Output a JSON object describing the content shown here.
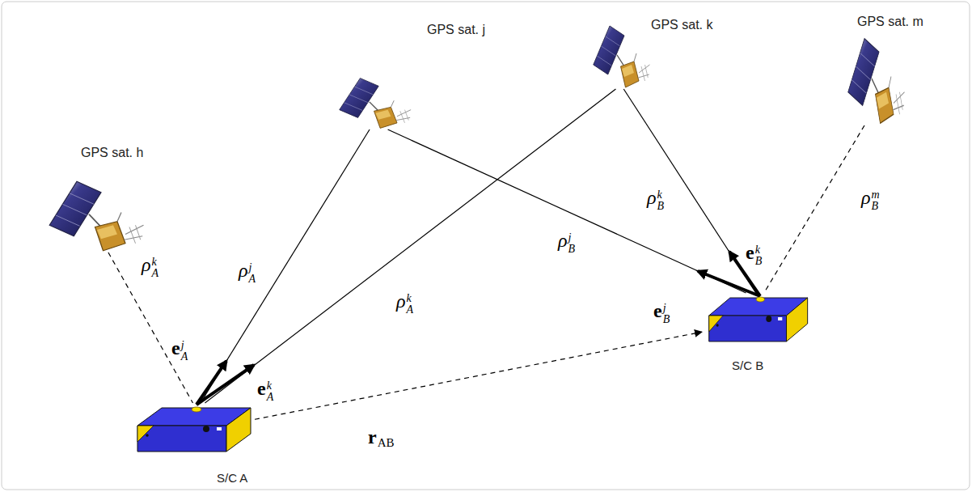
{
  "diagram": {
    "nodes": [
      {
        "text": [
          "GPS sat. h"
        ]
      },
      {
        "text": [
          "GPS sat. j"
        ]
      },
      {
        "text": [
          "GPS sat. k"
        ]
      },
      {
        "text": [
          "GPS sat. m"
        ]
      },
      {
        "text": [
          "S/C A"
        ]
      },
      {
        "text": [
          "S/C B"
        ]
      }
    ],
    "edges": [
      {
        "from": 0,
        "to": 4,
        "arrow": "none",
        "label": "ρAk"
      },
      {
        "from": 1,
        "to": 4,
        "arrow": "none",
        "label": "ρAj"
      },
      {
        "from": 2,
        "to": 4,
        "arrow": "none",
        "label": "ρAk"
      },
      {
        "from": 1,
        "to": 5,
        "arrow": "none",
        "label": "ρBj"
      },
      {
        "from": 2,
        "to": 5,
        "arrow": "none",
        "label": "ρBk"
      },
      {
        "from": 3,
        "to": 5,
        "arrow": "none",
        "label": "ρBm"
      },
      {
        "from": 4,
        "to": 5,
        "arrow": "to",
        "label": "rAB"
      }
    ],
    "labels": [
      "eAj",
      "eAk",
      "eBj",
      "eBk"
    ]
  }
}
